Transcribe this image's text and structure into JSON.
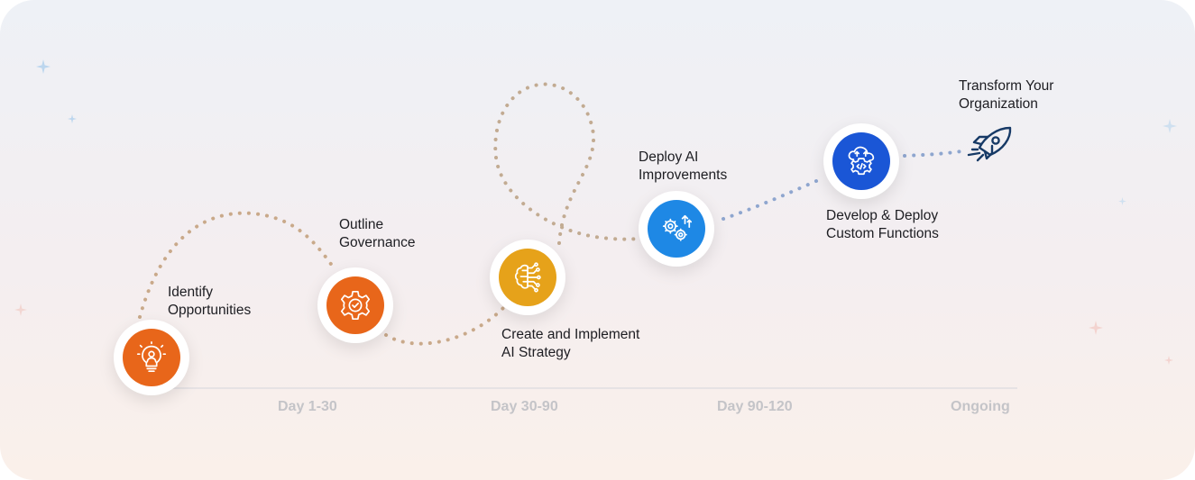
{
  "steps": [
    {
      "label": "Identify\nOpportunities",
      "icon": "lightbulb-person-icon",
      "color": "#e8661a"
    },
    {
      "label": "Outline\nGovernance",
      "icon": "gear-check-icon",
      "color": "#e8661a"
    },
    {
      "label": "Create and Implement\nAI Strategy",
      "icon": "brain-circuit-icon",
      "color": "#e6a21a"
    },
    {
      "label": "Deploy AI\nImprovements",
      "icon": "gears-arrows-icon",
      "color": "#1e88e5"
    },
    {
      "label": "Develop & Deploy\nCustom Functions",
      "icon": "cloud-code-gear-icon",
      "color": "#1a56d6"
    },
    {
      "label": "Transform Your\nOrganization",
      "icon": "rocket-icon",
      "color": "#1e3a8a"
    }
  ],
  "timeline": [
    "Day 1-30",
    "Day 30-90",
    "Day 90-120",
    "Ongoing"
  ],
  "colors": {
    "orange": "#e8661a",
    "yellow": "#e6a21a",
    "blue": "#1e88e5",
    "dark_blue": "#1a56d6",
    "path_tan": "#c9a98a",
    "path_blue": "#8fa6cf",
    "timeline_text": "#c4c4c8"
  }
}
